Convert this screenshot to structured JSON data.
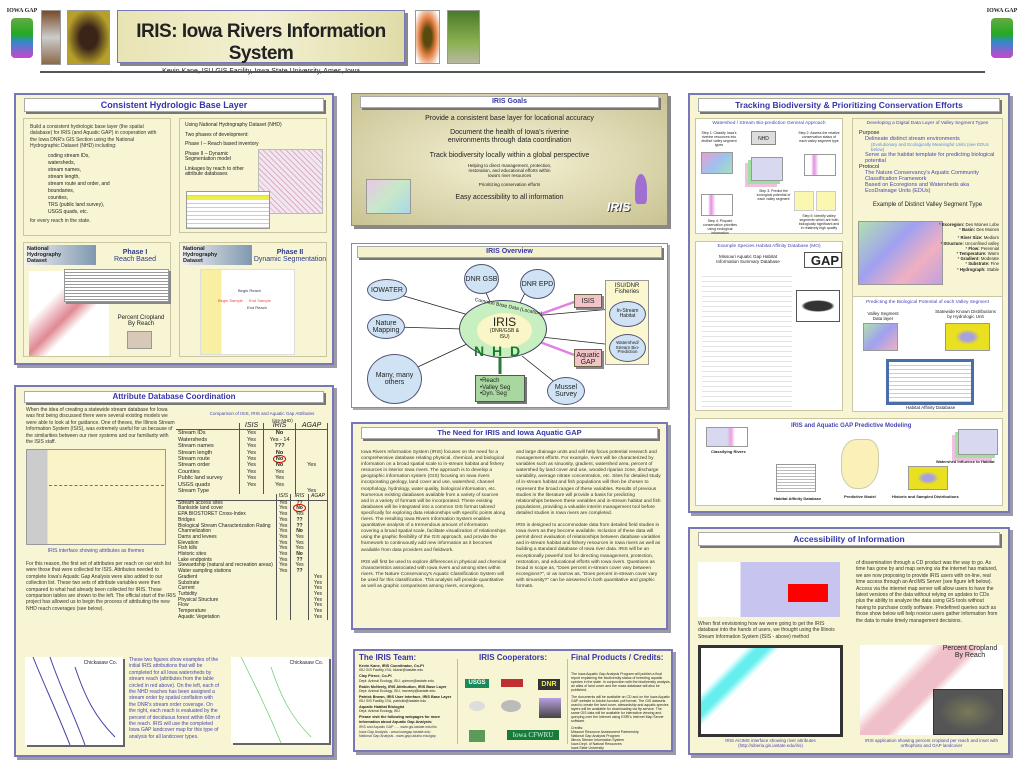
{
  "header": {
    "title": "IRIS: Iowa Rivers Information System",
    "subtitle": "Kevin Kane, ISU GIS Facility, Iowa State University, Ames, Iowa",
    "logo_text": "IOWA GAP"
  },
  "hydro": {
    "title": "Consistent Hydrologic Base Layer",
    "intro": "Build a consistent hydrologic base layer (the spatial database) for IRIS (and Aquatic GAP) in cooperation with the Iowa DNR's GIS Section using the National Hydrographic Dataset (NHD) including:",
    "items": [
      "coding stream IDs,",
      "watersheds,",
      "stream names,",
      "stream length,",
      "stream route and order, and",
      "boundaries,",
      "counties,",
      "TRS (public land survey),",
      "USGS quads, etc."
    ],
    "outro": "for every reach in the state.",
    "bullets": [
      "Using National Hydrography Dataset (NHD)",
      "Two phases of development:",
      "Phase I – Reach based inventory",
      "Phase II – Dynamic Segmentation model",
      "Linkages by reach to other attribute databases"
    ],
    "nhd_label": "National Hydrography Dataset",
    "phase1_title": "Phase I",
    "phase1_sub": "Reach Based",
    "phase1_map_label": "Percent Cropland By Reach",
    "phase2_title": "Phase II",
    "phase2_sub": "Dynamic Segmentation",
    "phase2_labels": [
      "Begin Reach",
      "Begin Sample",
      "End Sample",
      "End Reach"
    ]
  },
  "attr": {
    "title": "Attribute Database Coordination",
    "p1": "When the idea of creating a statewide stream database for Iowa was first being discussed there were several existing models we were able to look at for guidance. One of theses, the Illinois Stream Information System (ISIS), was extremely useful for us because of the similarities between our river systems and our familiarity with the ISIS staff.",
    "img_caption": "IRIS interface showing attributes as themes",
    "p2": "For this reason, the first set of attributes per reach on our wish list were those that were collected for ISIS. Attributes needed to complete Iowa's Aquatic Gap Analysis were also added to our collection list. These two sets of attribute variables were then compared to what had already been collected for IRIS. Those comparison tables are shown to the left. The official start of the IRIS project has allowed us to begin the process of attributing the new NHD reach coverages (see below).",
    "table_title": "Comparison of ISIS, IRIS and Aquatic Gap Attributes",
    "table_note": "(pre-NHD)",
    "cols": [
      "ISIS",
      "IRIS",
      "AGAP"
    ],
    "rows1": [
      [
        "Stream IDs",
        "Yes",
        "No",
        ""
      ],
      [
        "Watersheds",
        "Yes",
        "Yes - 14",
        ""
      ],
      [
        "Stream names",
        "Yes",
        "???",
        ""
      ],
      [
        "Stream length",
        "Yes",
        "No",
        ""
      ],
      [
        "Stream route",
        "Yes",
        "No",
        ""
      ],
      [
        "Stream order",
        "Yes",
        "No",
        "Yes"
      ],
      [
        "Counties",
        "Yes",
        "Yes",
        ""
      ],
      [
        "Public land survey",
        "Yes",
        "Yes",
        ""
      ],
      [
        "USGS quads",
        "Yes",
        "Yes",
        ""
      ],
      [
        "Stream Type",
        "",
        "",
        "Yes"
      ]
    ],
    "rows2": [
      [
        "Stream access sites",
        "Yes",
        "??",
        ""
      ],
      [
        "Bankside land cover",
        "Yes",
        "No",
        ""
      ],
      [
        "EPA BIOSTORET Cross-Index",
        "Yes",
        "Yes",
        ""
      ],
      [
        "Bridges",
        "Yes",
        "??",
        ""
      ],
      [
        "Biological Stream Characterization Rating",
        "Yes",
        "??",
        ""
      ],
      [
        "Channelization",
        "Yes",
        "No",
        ""
      ],
      [
        "Dams and levees",
        "Yes",
        "Yes",
        ""
      ],
      [
        "Elevation",
        "Yes",
        "Yes",
        ""
      ],
      [
        "Fish kills",
        "Yes",
        "Yes",
        ""
      ],
      [
        "Historic sites",
        "Yes",
        "No",
        ""
      ],
      [
        "Lake endpoints",
        "Yes",
        "??",
        ""
      ],
      [
        "Stewardship (natural and recreation areas)",
        "Yes",
        "Yes",
        ""
      ],
      [
        "Water sampling stations",
        "Yes",
        "??",
        ""
      ],
      [
        "Gradient",
        "",
        "",
        "Yes"
      ],
      [
        "Substrate",
        "",
        "",
        "Yes"
      ],
      [
        "Current",
        "",
        "",
        "Yes"
      ],
      [
        "Turbidity",
        "",
        "",
        "Yes"
      ],
      [
        "Physical Structure",
        "",
        "",
        "Yes"
      ],
      [
        "Flow",
        "",
        "",
        "Yes"
      ],
      [
        "Temperature",
        "",
        "",
        "Yes"
      ],
      [
        "Aquatic Vegetation",
        "",
        "",
        "Yes"
      ]
    ],
    "county": "Chickasaw Co.",
    "p3": "These two figures show examples of the initial IRIS attributions that will be completed for all Iowa watersheds by stream reach (attributes from the table circled in red above). On the left, each of the NHD reaches has been assigned a stream order by spatial conflation with the DNR's stream order coverage. On the right, each reach is evaluated by the percent of deciduous forest within 60m of the reach. IRIS will use the completed Iowa GAP landcover map for this type of analysis for all landcover types."
  },
  "goals": {
    "title": "IRIS Goals",
    "lines": [
      "Provide a consistent base layer for locational accuracy",
      "Document the health of Iowa's riverine environments through data coordination",
      "Track biodiversity locally within a global perspective"
    ],
    "small": [
      "Helping to direct management, protection, restoration, and educational efforts within Iowa's river resources",
      "Prioritizing conservation efforts"
    ],
    "last": "Easy accessibility to all information",
    "iris_logo": "IRIS"
  },
  "overview": {
    "title": "IRIS Overview",
    "nodes": [
      "IOWATER",
      "DNR GSB",
      "DNR EPD",
      "Nature Mapping",
      "Many, many others",
      "Mussel Survey"
    ],
    "ring": "Common Base Data (Location)",
    "center": "IRIS",
    "center_sub": "(DNR/GSB & ISU)",
    "nhd": "N H D",
    "isis": "ISIS",
    "gap": "Aquatic GAP",
    "fisheries": "ISU/DNR Fisheries",
    "fish_nodes": [
      "In-Stream Habitat",
      "Watershed/ Stream Bio-Prediction"
    ],
    "nhd_box": [
      "•Reach",
      "•Valley Seg",
      "•Dyn. Seg"
    ]
  },
  "need": {
    "title": "The Need for IRIS and Iowa Aquatic GAP",
    "col1": [
      "Iowa Rivers Information System (IRIS) focuses on the need for a comprehensive database relating physical, chemical, and biological information on a broad spatial scale to in-stream habitat and fishery resources in interior Iowa rivers. The approach is to develop a geographic information system (GIS) focusing on Iowa rivers incorporating geology, land cover and use, watershed, channel morphology, hydrology, water quality, biological information, etc. Numerous existing databases available from a variety of sources and in a variety of formats will be incorporated. These existing databases will be integrated into a common GIS format tailored specifically for exploring data relationships with specific points along rivers. The resulting Iowa Rivers Information System enables quantitative analysis of a tremendous amount of information covering a broad spatial scale, facilitate visualization of relationships using the graphic flexibility of the GIS approach, and provide the framework to continuously add new information as it becomes available from data providers and fieldwork.",
      "IRIS will first be used to explore differences in physical and chemical characteristics associated with Iowa rivers and among sites within rivers. The Nature Conservancy's Aquatic Classification System will be used for this classification. This analysis will provide quantitative as well as graphic comparisons among rivers, ecoregions,"
    ],
    "col2": [
      "and large drainage units and will help focus potential research and management efforts. For example, rivers will be characterized by variables such as sinuosity, gradient, watershed area, percent of watershed by land cover and use, wooded riparian zone, discharge variability, average nitrate concentration, etc. Sites for detailed study of in-stream habitat and fish populations will then be chosen to represent the broad ranges of these variables. Results of previous studies in the literature will provide a basis for predicting relationships between these variables and in-stream habitat and fish populations, providing a valuable interim management tool before detailed studies in Iowa rivers are completed.",
      "IRIS is designed to accommodate data from detailed field studies in Iowa rivers as they become available. Inclusion of these data will permit direct evaluation of relationships between database variables and in-stream habitat and fishery resources in Iowa rivers as well as building a standard database of Iowa river data. IRIS will be an exceptionally powerful tool for directing management, protection, restoration, and educational efforts with Iowa rivers. Questions as broad in scope as, \"Does percent in-stream cover vary between ecoregions?\", or as narrow as, \"Does percent in-stream cover vary with sinuosity?\" can be answered in both quantitative and graphic formats."
    ]
  },
  "team": {
    "title": "The IRIS Team:",
    "members": [
      [
        "Kevin Kane, IRIS Coordinator, Co-PI",
        "ISU GIS Facility, ISU, kkane@iastate.edu"
      ],
      [
        "Clay Pierce, Co-PI",
        "Dept. Animal Ecology, ISU, cpierce@iastate.edu"
      ],
      [
        "Robin McNeely, IRIS Attribution, IRIS Base Layer",
        "Dept. Animal Ecology, ISU, mcneely@iastate.edu"
      ],
      [
        "Patrick Brown, IRIS User Interface, IRIS Base Layer",
        "ISU GIS Facility, ISU, patrickb@iastate.edu"
      ],
      [
        "Aquatic Habitat Biologist",
        "Dept. Animal Ecology, ISU"
      ]
    ],
    "visit": "Please visit the following webpages for more information about Aquatic Gap Analysis:",
    "links": [
      "IRIS and Aquatic GAP - ... www.gis.iastate.edu/iris",
      "Iowa Gap Analysis - www.iowagap.iastate.edu",
      "National Gap Analysis - www.gap.uidaho.edu/gap"
    ]
  },
  "coop": {
    "title": "IRIS Cooperators:",
    "logos": [
      "USGS",
      "DNR",
      "Iowa CFWRU"
    ]
  },
  "final": {
    "title": "Final Products / Credits:",
    "p1": "The Iowa Aquatic Gap Analysis Program will publish a final report explaining the biodiversity status of breeding aquatic species in the state. In conjunction with the biodiversity analysis, an atlas of land cover and the mass database will also be published.",
    "p2": "The documents will be available on CD and on the Iowa Aquatic GAP website in Adobe Acrobat .pdf format. The GIS datasets used to create the land cover, stewardship and aquatic species layers will be available for downloading via ftp service. The same GIS data will be available for interactive viewing and querying over the Internet using ESRI's Internet Map Server software.",
    "credits_label": "Credits:",
    "credits": [
      "Missouri Resource Assessment Partnership",
      "National Gap Analysis Program",
      "Illinois Stream Information System",
      "Iowa Dept. of Natural Resources",
      "Iowa State University"
    ]
  },
  "track": {
    "title": "Tracking Biodiversity & Prioritizing Conservation Efforts",
    "ws_title": "Watershed / Stream Bio-prediction General Approach",
    "nhd": "NHD",
    "steps": [
      "Step 1: Classify Iowa's riverine resources into distinct valley segment types",
      "Step 2: Assess the relative conservation status of each valley segment type",
      "Step 3: Predict the ecological potential of each valley segment",
      "Step 4: Pinpoint conservation priorities using ecological information",
      "Step 5: Identify valley segments which are both biologically significant and in relatively high quality"
    ],
    "dev_title": "Developing a Digital Data Layer of Valley Segment Types",
    "purpose": "Purpose",
    "purpose_items": [
      "Delineate distinct stream environments",
      "(Evolutionary and Ecologically Meaningful Units (see EDUs below)",
      "Serve as the habitat template for predicting biological potential"
    ],
    "protocol": "Protocol",
    "protocol_items": [
      "The Nature Conservancy's Aquatic Community Classification Framework",
      "Based on Ecoregions and Watersheds aka EcoDrainage Units (EDUs)"
    ],
    "example_title": "Example of Distinct Valley Segment Type",
    "attrs": [
      [
        "Ecoregion:",
        "Des Moines Lobe"
      ],
      [
        "Basin:",
        "Des Moines"
      ],
      [
        "River Size:",
        "Medium"
      ],
      [
        "Structure:",
        "Unconfined valley"
      ],
      [
        "Flow:",
        "Perennial"
      ],
      [
        "Temperature:",
        "Warm"
      ],
      [
        "Gradient:",
        "Moderate"
      ],
      [
        "Substrate:",
        "Fine"
      ],
      [
        "Hydrograph:",
        "Stable"
      ]
    ],
    "species_title": "Example Species Habitat Affinity Database (MO)",
    "species_sub": "Missouri Aquatic Gap Habitat Information Summary Database",
    "gap": "GAP",
    "predict_title": "Predicting the Biological Potential of each Valley Segment",
    "vs_layer": "Valley Segment Data layer",
    "known": "Statewide Known Distributions by Hydrologic Unit",
    "had": "Habitat Affinity Database",
    "model_title": "IRIS and Aquatic GAP Predictive Modeling",
    "model_labels": [
      "Classifying Rivers",
      "Watershed Influence to Habitat",
      "Habitat Affinity Database",
      "Predictive Model",
      "Historic and Sampled Distributions"
    ]
  },
  "access": {
    "title": "Accessibility of Information",
    "p1": "When first envisioning how we were going to get the IRIS database into the hands of users, we thought using the Illinois Stream Information System (ISIS - above) method",
    "p2": "of dissemination through a CD product was the way to go. As time has gone by and map serving via the internet has matured, we are now proposing to provide IRIS users with on-line, real time access through an ArcIMS Server (see figure left below). Access via the internet map server will allow users to have the latest versions of the data without relying on updates to CDs plus the ability to analyze the data using GIS tools without having to purchase costly software. Predefined queries such as those show below will help novice users gather information from the data to make timely management decisions.",
    "map_label": "Percent Cropland By Reach",
    "cap1": "IRIS ArcIMS interface showing river attributes (http://siberia.gis.iastate.edu/iris)",
    "cap2": "IRIS application showing percent cropland per reach and inset with orthophoto and GAP landcover"
  }
}
